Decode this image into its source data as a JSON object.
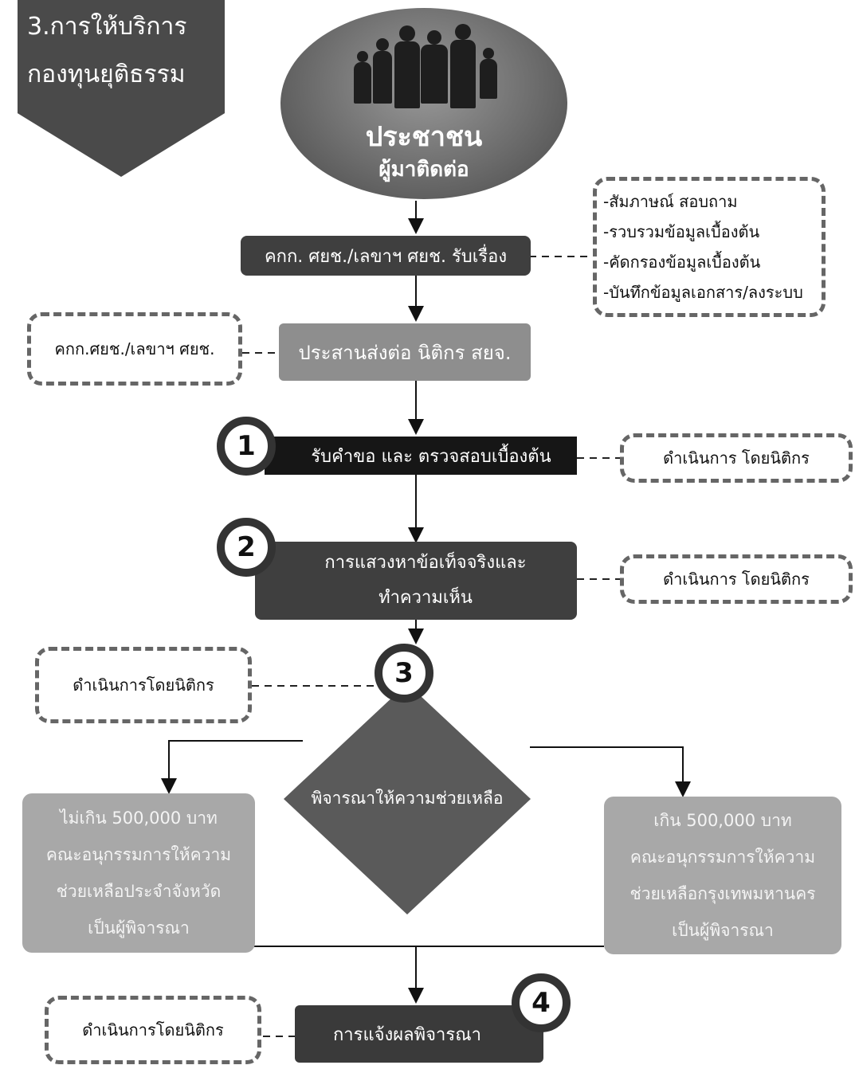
{
  "banner": {
    "line1": "3.การให้บริการ",
    "line2": "กองทุนยุติธรรม"
  },
  "start": {
    "title": "ประชาชน",
    "subtitle": "ผู้มาติดต่อ"
  },
  "receive_step": {
    "label": "คกก. ศยช./เลขาฯ ศยช. รับเรื่อง",
    "notes": [
      "-สัมภาษณ์ สอบถาม",
      "-รวบรวมข้อมูลเบื้องต้น",
      "-คัดกรองข้อมูลเบื้องต้น",
      "-บันทึกข้อมูลเอกสาร/ลงระบบ"
    ]
  },
  "coordinate_step": {
    "label": "ประสานส่งต่อ นิติกร สยจ.",
    "note": "คกก.ศยช./เลขาฯ ศยช."
  },
  "step1": {
    "number": "1",
    "label": "รับคำขอ และ ตรวจสอบเบื้องต้น",
    "note": "ดำเนินการ โดยนิติกร"
  },
  "step2": {
    "number": "2",
    "line1": "การแสวงหาข้อเท็จจริงและ",
    "line2": "ทำความเห็น",
    "note": "ดำเนินการ โดยนิติกร"
  },
  "step3": {
    "number": "3",
    "label": "พิจารณาให้ความช่วยเหลือ",
    "note": "ดำเนินการโดยนิติกร"
  },
  "branch_left": {
    "lines": [
      "ไม่เกิน 500,000 บาท",
      "คณะอนุกรรมการให้ความ",
      "ช่วยเหลือประจำจังหวัด",
      "เป็นผู้พิจารณา"
    ]
  },
  "branch_right": {
    "lines": [
      "เกิน 500,000 บาท",
      "คณะอนุกรรมการให้ความ",
      "ช่วยเหลือกรุงเทพมหานคร",
      "เป็นผู้พิจารณา"
    ]
  },
  "step4": {
    "number": "4",
    "label": "การแจ้งผลพิจารณา",
    "note": "ดำเนินการโดยนิติกร"
  },
  "colors": {
    "dark": "#3f3f3f",
    "black": "#161616",
    "mid": "#5a5a5a",
    "grey_box": "#a8a8a8",
    "dash": "#666666"
  }
}
